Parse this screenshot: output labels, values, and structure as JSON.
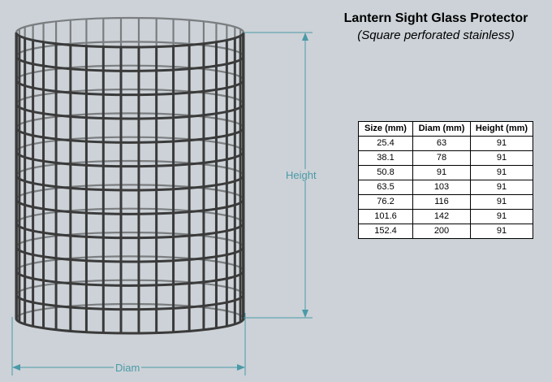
{
  "title": "Lantern Sight Glass Protector",
  "subtitle": "(Square perforated stainless)",
  "dimensions": {
    "height_label": "Height",
    "diam_label": "Diam"
  },
  "table": {
    "headers": [
      "Size (mm)",
      "Diam (mm)",
      "Height (mm)"
    ],
    "rows": [
      [
        "25.4",
        "63",
        "91"
      ],
      [
        "38.1",
        "78",
        "91"
      ],
      [
        "50.8",
        "91",
        "91"
      ],
      [
        "63.5",
        "103",
        "91"
      ],
      [
        "76.2",
        "116",
        "91"
      ],
      [
        "101.6",
        "142",
        "91"
      ],
      [
        "152.4",
        "200",
        "91"
      ]
    ]
  },
  "colors": {
    "background": "#ccd2d7",
    "dimension": "#4a9aa8",
    "cage": "#3a3a3a"
  }
}
